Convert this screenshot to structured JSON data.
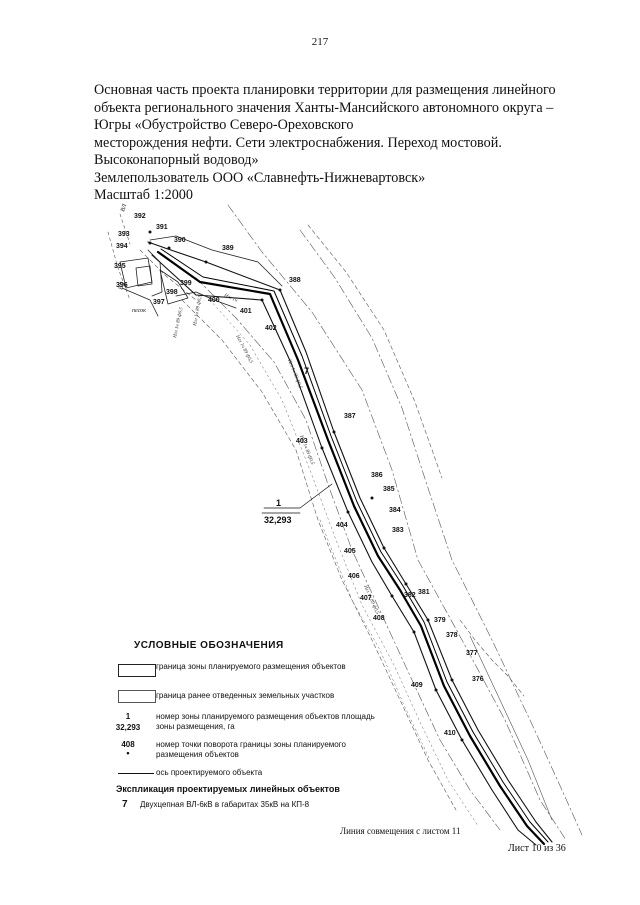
{
  "page_number": "217",
  "title_lines": [
    "Основная часть проекта планировки территории для размещения линейного",
    "объекта регионального значения Ханты-Мансийского автономного округа –",
    "Югры «Обустройство Северо-Ореховского",
    "месторождения нефти. Сети электроснабжения. Переход мостовой.",
    "Высоконапорный водовод»",
    "Землепользователь ООО «Славнефть-Нижневартовск»",
    "Масштаб 1:2000"
  ],
  "map": {
    "point_labels": [
      "392",
      "393",
      "391",
      "390",
      "394",
      "389",
      "395",
      "396",
      "388",
      "399",
      "398",
      "397",
      "400",
      "401",
      "402",
      "387",
      "403",
      "386",
      "385",
      "384",
      "404",
      "383",
      "405",
      "406",
      "407",
      "382",
      "381",
      "408",
      "379",
      "378",
      "377",
      "409",
      "376",
      "410"
    ],
    "zone_number": "1",
    "zone_area": "32,293",
    "object_number": "7",
    "small_labels": [
      "ВЛ",
      "песок",
      "ВЛ"
    ],
    "rotated_labels": [
      "Нгл 1ч",
      "Нгл 1ч 89 ф0,5",
      "Нгл 1ч 89 ф0,5",
      "Нгл 1ч 89 ф0,5",
      "Нгл 1ч 89 ф0,5",
      "Нгл 1ч 89 ф0,5",
      "Нгл 1ч 89 ф0,5"
    ],
    "colors": {
      "ink": "#111111",
      "thin": "#555555"
    }
  },
  "legend": {
    "heading": "УСЛОВНЫЕ ОБОЗНАЧЕНИЯ",
    "planned_zone_boundary": "граница зоны планируемого размещения объектов",
    "allocated_plots_boundary": "граница ранее отведенных земельных участков",
    "zone_number_sample": "1",
    "zone_area_sample": "32,293",
    "zone_number_text": "номер зоны планируемого размещения объектов площадь зоны размещения, га",
    "point_sample": "408",
    "point_text": "номер точки поворота границы зоны планируемого размещения объектов",
    "axis_text": "ось проектируемого объекта"
  },
  "explication": {
    "heading": "Экспликация проектируемых линейных объектов",
    "item_number": "7",
    "item_text": "Двухцепная ВЛ-6кВ в габаритах 35кВ на КП-8"
  },
  "match_line": "Линия совмещения с листом 11",
  "sheet": "Лист 10 из 36"
}
